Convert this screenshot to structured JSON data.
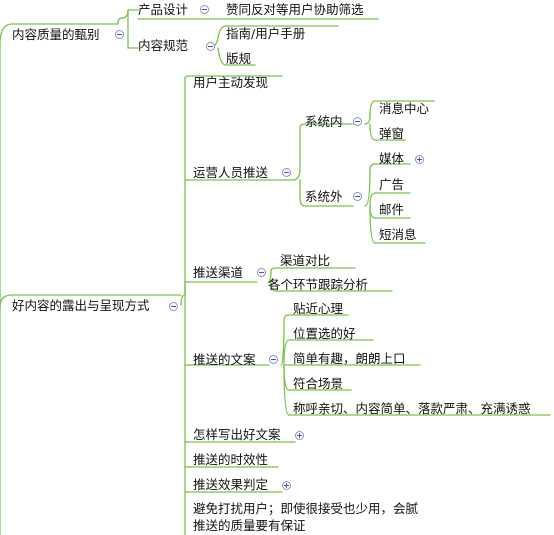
{
  "colors": {
    "line": "#77c34a",
    "toggle_border": "#8a8fd0",
    "toggle_mark": "#4b52a8",
    "text": "#111111"
  },
  "mindmap": {
    "n1": {
      "label": "产品设计",
      "toggle": "minus-icon"
    },
    "n2": {
      "label": "赞同反对等用户协助筛选"
    },
    "n3": {
      "label": "内容质量的甄别",
      "toggle": "minus-icon"
    },
    "n4": {
      "label": "内容规范",
      "toggle": "minus-icon"
    },
    "n5": {
      "label": "指南/用户手册"
    },
    "n6": {
      "label": "版规"
    },
    "n7": {
      "label": "用户主动发现"
    },
    "n8": {
      "label": "系统内",
      "toggle": "minus-icon"
    },
    "n9": {
      "label": "消息中心"
    },
    "n10": {
      "label": "弹窗"
    },
    "n11": {
      "label": "媒体",
      "toggle": "plus-icon"
    },
    "n12": {
      "label": "运营人员推送",
      "toggle": "minus-icon"
    },
    "n13": {
      "label": "系统外",
      "toggle": "minus-icon"
    },
    "n14": {
      "label": "广告"
    },
    "n15": {
      "label": "邮件"
    },
    "n16": {
      "label": "短消息"
    },
    "n17": {
      "label": "渠道对比"
    },
    "n18": {
      "label": "推送渠道",
      "toggle": "minus-icon"
    },
    "n19": {
      "label": "各个环节跟踪分析"
    },
    "n20": {
      "label": "好内容的露出与呈现方式",
      "toggle": "minus-icon"
    },
    "n21": {
      "label": "贴近心理"
    },
    "n22": {
      "label": "位置选的好"
    },
    "n23": {
      "label": "推送的文案",
      "toggle": "minus-icon"
    },
    "n24": {
      "label": "简单有趣，朗朗上口"
    },
    "n25": {
      "label": "符合场景"
    },
    "n26": {
      "label": "称呼亲切、内容简单、落款严肃、充满诱惑"
    },
    "n27": {
      "label": "怎样写出好文案",
      "toggle": "plus-icon"
    },
    "n28": {
      "label": "推送的时效性"
    },
    "n29": {
      "label": "推送效果判定",
      "toggle": "plus-icon"
    },
    "n30": {
      "label": "避免打扰用户；即使很接受也少用，会腻"
    },
    "n31": {
      "label": "推送的质量要有保证"
    }
  }
}
